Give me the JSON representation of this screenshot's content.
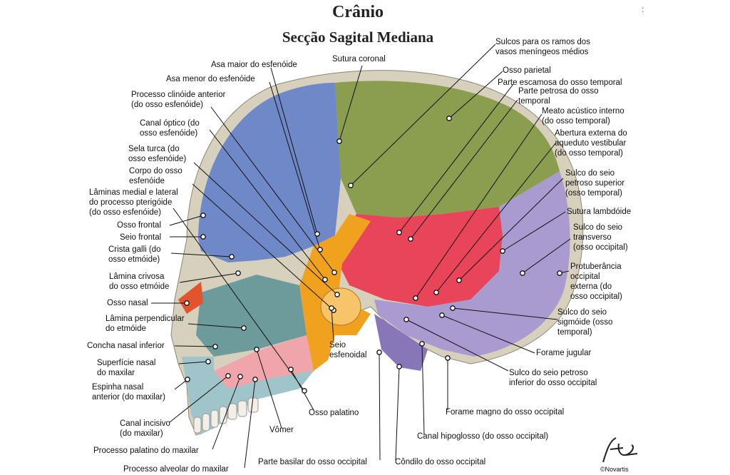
{
  "title": "Crânio",
  "subtitle": "Secção Sagital Mediana",
  "colors": {
    "frontal": "#6f88c8",
    "parietal": "#8b9d4f",
    "occipital": "#a99bd0",
    "temporal": "#e8455b",
    "sphenoid": "#f0a21e",
    "ethmoid": "#6d9a9b",
    "nasal": "#e2552c",
    "maxilla": "#9fc4c9",
    "vomer": "#f0a5ac",
    "suture": "#d6d0bd"
  },
  "labels": {
    "sulcos_meningeos": "Sulcos para os ramos dos\nvasos meníngeos médios",
    "asa_maior": "Asa maior do esfenóide",
    "sutura_coronal": "Sutura coronal",
    "osso_parietal": "Osso parietal",
    "asa_menor": "Asa menor do esfenóide",
    "parte_escamosa": "Parte escamosa do osso temporal",
    "processo_clinoide": "Processo clinóide anterior\n(do osso esfenóide)",
    "parte_petrosa": "Parte petrosa do osso\ntemporal",
    "meato_acustico": "Meato acústico interno\n(do osso temporal)",
    "canal_optico": "Canal óptico (do\nosso esfenóide)",
    "abertura_aqueduto": "Abertura externa do\naqueduto vestibular\n(do osso temporal)",
    "sela_turca": "Sela turca (do\nosso esfenóide)",
    "corpo_esfenoide": "Corpo do osso\nesfenóide",
    "sulco_petroso_superior": "Sulco do seio\npetroso superior\n(osso temporal)",
    "laminas_pterigoide": "Lâminas medial e lateral\ndo processo pterigóide\n(do osso esfenóide)",
    "sutura_lambdoide": "Sutura lambdóide",
    "osso_frontal": "Osso frontal",
    "sulco_transverso": "Sulco do seio\ntransverso\n(osso occipital)",
    "seio_frontal": "Seio frontal",
    "crista_galli": "Crista galli (do\nosso etmóide)",
    "protuberancia": "Protuberância\noccipital\nexterna (do\nosso occipital)",
    "lamina_crivosa": "Lâmina crivosa\ndo osso etmóide",
    "osso_nasal": "Osso nasal",
    "sulco_sigmoide": "Sulco do seio\nsigmóide (osso\ntemporal)",
    "lamina_perpendicular": "Lâmina perpendicular\ndo etmóide",
    "concha_nasal": "Concha nasal inferior",
    "seio_esfenoidal": "Seio\nesfenoidal",
    "forame_jugular": "Forame jugular",
    "superficie_nasal": "Superfície nasal\ndo maxilar",
    "sulco_petroso_inferior": "Sulco do seio petroso\ninferior do osso occipital",
    "espinha_nasal": "Espinha nasal\nanterior (do maxilar)",
    "forame_magno": "Forame magno do osso occipital",
    "osso_palatino": "Osso palatino",
    "canal_incisivo": "Canal incisivo\n(do maxilar)",
    "vomer": "Vômer",
    "canal_hipoglosso": "Canal hipoglosso (do osso occipital)",
    "processo_palatino": "Processo palatino do maxilar",
    "parte_basilar": "Parte basilar do osso occipital",
    "condilo": "Côndilo do osso occipital",
    "processo_alveolar": "Processo alveolar do maxilar"
  },
  "copyright": "©Novartis",
  "edge_mark": ":"
}
